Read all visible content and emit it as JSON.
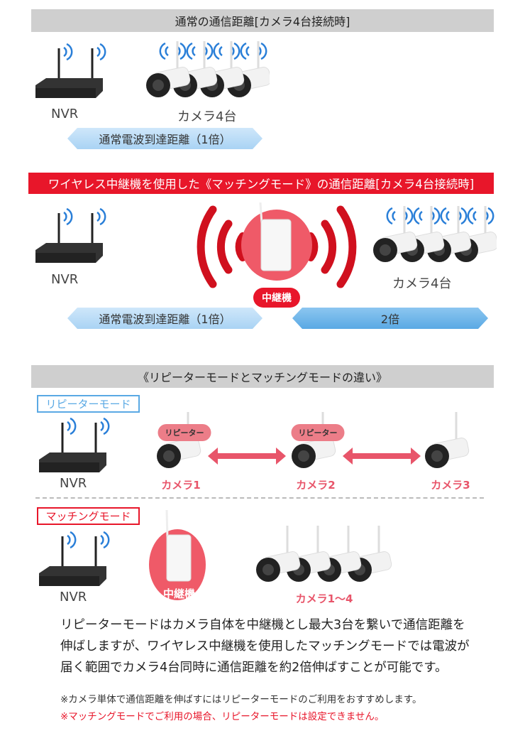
{
  "section1": {
    "title": "通常の通信距離[カメラ4台接続時]",
    "nvr_label": "NVR",
    "camera_label": "カメラ4台",
    "range_label": "通常電波到達距離（1倍）"
  },
  "section2": {
    "title": "ワイヤレス中継機を使用した《マッチングモード》の通信距離[カメラ4台接続時]",
    "nvr_label": "NVR",
    "camera_label": "カメラ4台",
    "repeater_label": "中継機",
    "range_label": "通常電波到達距離（1倍）",
    "range2_label": "2倍"
  },
  "section3": {
    "title": "《リピーターモードとマッチングモードの違い》",
    "repeater_mode": {
      "label": "リピーターモード",
      "nvr_label": "NVR",
      "badge": "リピーター",
      "cameras": [
        "カメラ1",
        "カメラ2",
        "カメラ3"
      ]
    },
    "matching_mode": {
      "label": "マッチングモード",
      "nvr_label": "NVR",
      "repeater_label": "中継機",
      "camera_label": "カメラ1〜4"
    }
  },
  "description": [
    "リピーターモードはカメラ自体を中継機とし最大3台を繋いで通信距離を",
    "伸ばしますが、ワイヤレス中継機を使用したマッチングモードでは電波が",
    "届く範囲でカメラ4台同時に通信距離を約2倍伸ばすことが可能です。"
  ],
  "notes": [
    "※カメラ単体で通信距離を伸ばすにはリピーターモードのご利用をおすすめします。",
    "※マッチングモードでご利用の場合、リピーターモードは設定できません。"
  ],
  "colors": {
    "red": "#e8162a",
    "pink": "#e8556a",
    "blue": "#5aa9e4",
    "gray": "#cfcfcf"
  }
}
